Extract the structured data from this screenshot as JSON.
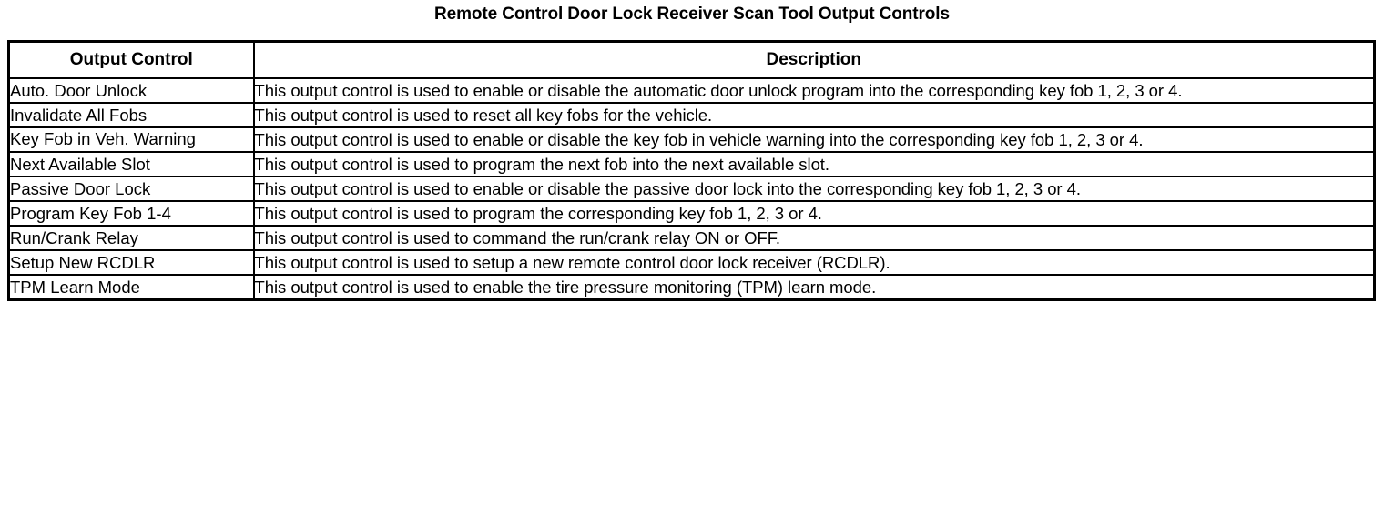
{
  "document": {
    "title": "Remote Control Door Lock Receiver Scan Tool Output Controls"
  },
  "table": {
    "headers": {
      "col1": "Output Control",
      "col2": "Description"
    },
    "rows": [
      {
        "control": "Auto. Door Unlock",
        "description": "This output control is used to enable or disable the automatic door unlock program into the corresponding key fob 1, 2, 3 or 4."
      },
      {
        "control": "Invalidate All Fobs",
        "description": "This output control is used to reset all key fobs for the vehicle."
      },
      {
        "control": "Key Fob in Veh. Warning",
        "description": "This output control is used to enable or disable the key fob in vehicle warning into the corresponding key fob 1, 2, 3 or 4."
      },
      {
        "control": "Next Available Slot",
        "description": "This output control is used to program the next fob into the next available slot."
      },
      {
        "control": "Passive Door Lock",
        "description": "This output control is used to enable or disable the passive door lock into the corresponding key fob 1, 2, 3 or 4."
      },
      {
        "control": "Program Key Fob 1-4",
        "description": "This output control is used to program the corresponding key fob 1, 2, 3 or 4."
      },
      {
        "control": "Run/Crank Relay",
        "description": "This output control is used to command the run/crank relay ON or OFF."
      },
      {
        "control": "Setup New RCDLR",
        "description": "This output control is used to setup a new remote control door lock receiver (RCDLR)."
      },
      {
        "control": "TPM Learn Mode",
        "description": "This output control is used to enable the tire pressure monitoring (TPM) learn mode."
      }
    ]
  },
  "colors": {
    "text": "#000000",
    "background": "#ffffff",
    "border": "#000000"
  }
}
